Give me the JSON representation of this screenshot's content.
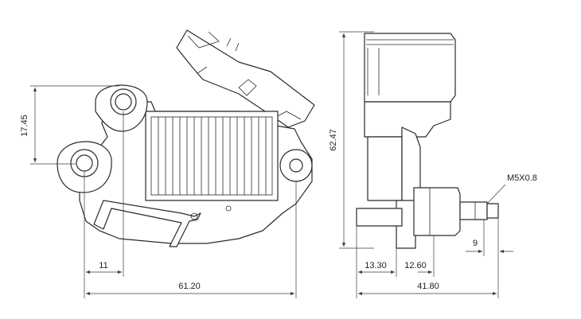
{
  "dimensions": {
    "terminal_spacing": "17.45",
    "overall_height": "62.47",
    "terminal_offset": "11",
    "overall_width": "61.20",
    "depth_left": "13.30",
    "depth_mid": "12.60",
    "stud_length": "9",
    "overall_depth": "41.80",
    "thread_spec": "M5X0.8"
  },
  "colors": {
    "line": "#2a2a2a",
    "background": "#ffffff"
  }
}
